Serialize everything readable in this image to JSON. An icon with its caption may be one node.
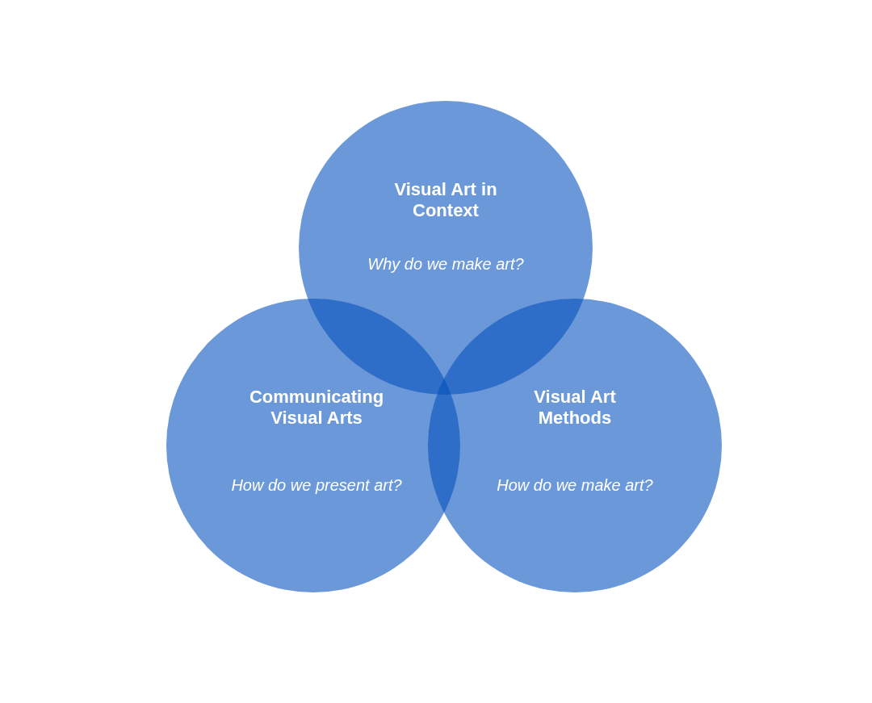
{
  "diagram": {
    "nodes": [
      {
        "text": [
          "Visual Art in Context",
          "Why do we make art?"
        ]
      },
      {
        "text": [
          "Communicating Visual Arts",
          "How do we present art?"
        ]
      },
      {
        "text": [
          "Visual Art Methods",
          "How do we make art?"
        ]
      }
    ]
  }
}
